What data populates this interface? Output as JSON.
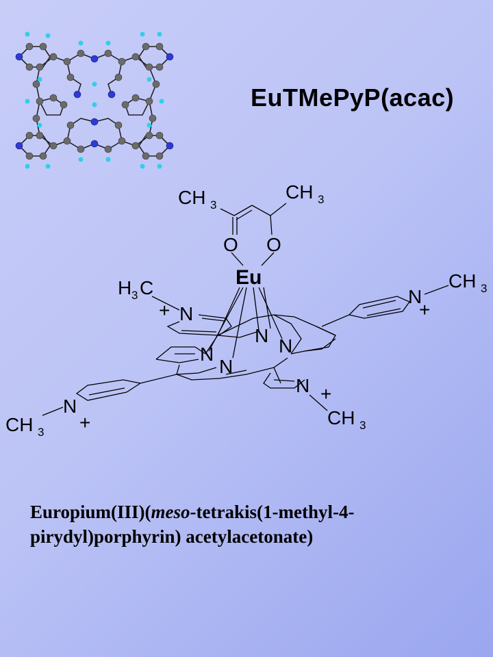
{
  "title": "EuTMePyP(acac)",
  "molecule_labels": {
    "ch3": "CH",
    "h3": "H",
    "c": "C",
    "sub3": "3",
    "oxygen": "O",
    "nitrogen": "N",
    "europium": "Eu",
    "plus": "+"
  },
  "caption": {
    "part1": "Europium(III)(",
    "part2_italic": "meso",
    "part3": "-tetrakis(1-methyl-4-pirydyl)porphyrin) acetylacetonate)"
  },
  "colors": {
    "carbon_atom": "#6b6b6b",
    "nitrogen_atom": "#2c3ad6",
    "hydrogen_atom": "#2fd0e8",
    "bond": "#000000"
  }
}
